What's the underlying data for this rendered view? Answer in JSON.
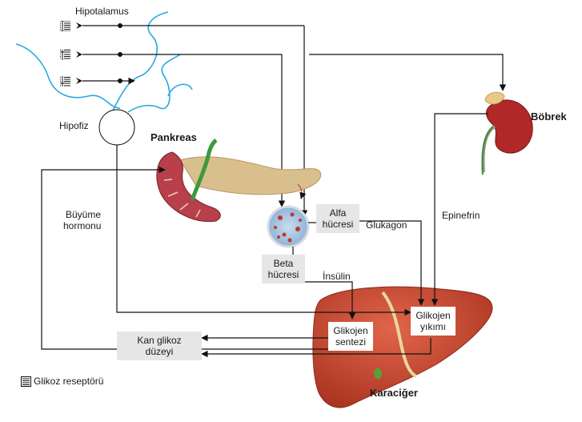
{
  "labels": {
    "hypothalamus": "Hipotalamus",
    "pituitary": "Hipofiz",
    "pancreas": "Pankreas",
    "kidney": "Böbrek",
    "liver": "Karaciğer",
    "growth_hormone_line1": "Büyüme",
    "growth_hormone_line2": "hormonu",
    "glucagon": "Glukagon",
    "epinephrine": "Epinefrin",
    "insulin": "İnsülin"
  },
  "boxes": {
    "alpha_line1": "Alfa",
    "alpha_line2": "hücresi",
    "beta_line1": "Beta",
    "beta_line2": "hücresi",
    "glycogenolysis_line1": "Glikojen",
    "glycogenolysis_line2": "yıkımı",
    "glycogenesis_line1": "Glikojen",
    "glycogenesis_line2": "sentezi",
    "blood_glucose_line1": "Kan glikoz",
    "blood_glucose_line2": "düzeyi"
  },
  "legend": {
    "icon": "glucose-receptor-icon",
    "text": "Glikoz reseptörü"
  },
  "colors": {
    "nerve": "#2aa9df",
    "liver": "#c8412a",
    "pancreas": "#d4b47e",
    "box_fill": "#e6e6e6",
    "line": "#111111"
  }
}
